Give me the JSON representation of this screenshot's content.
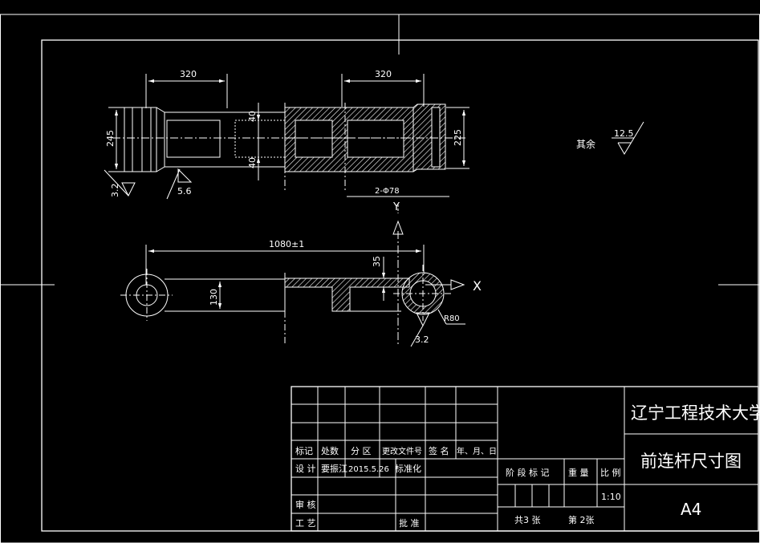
{
  "colors": {
    "background": "#000000",
    "line": "#ffffff"
  },
  "drawing": {
    "top_view": {
      "dim_left_width": "320",
      "dim_right_width": "320",
      "dim_left_height": "245",
      "dim_right_height": "225",
      "dim_rib_upper": "40",
      "dim_rib_lower": "40",
      "dim_holes": "2-Φ78",
      "roughness_left_end": "3.2",
      "roughness_bottom": "5.6"
    },
    "front_view": {
      "dim_length": "1080±1",
      "dim_height": "130",
      "dim_offset": "35",
      "dim_radius": "R80",
      "roughness_eye": "3.2",
      "axis_x": "X",
      "axis_y": "Y"
    },
    "other_roughness": {
      "label": "其余",
      "value": "12.5"
    }
  },
  "title_block": {
    "university": "辽宁工程技术大学",
    "drawing_title": "前连杆尺寸图",
    "sheet_size": "A4",
    "rev_header": [
      "标记",
      "处数",
      "分 区",
      "更改文件号",
      "签 名",
      "年、月、日"
    ],
    "design_label": "设 计",
    "designer": "要振江",
    "design_date": "2015.5.26",
    "standardize_label": "标准化",
    "review_label": "审 核",
    "process_label": "工 艺",
    "approve_label": "批 准",
    "stage_label": "阶 段 标 记",
    "weight_label": "重 量",
    "scale_label": "比 例",
    "scale_value": "1:10",
    "total_sheets": "共3  张",
    "sheet_no": "第  2张"
  }
}
